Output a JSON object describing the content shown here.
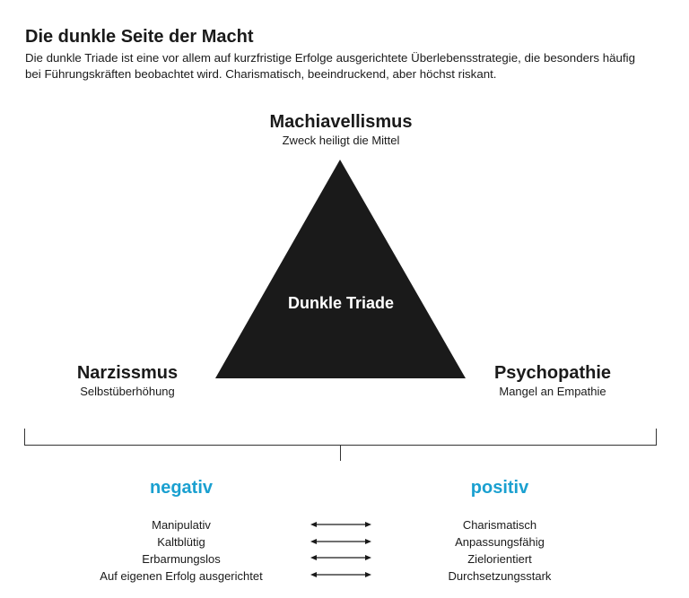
{
  "header": {
    "title": "Die dunkle Seite der Macht",
    "intro": "Die dunkle Triade ist eine vor allem auf kurzfristige Erfolge ausgerichtete Überlebensstrategie, die besonders häufig bei Führungskräften beobachtet wird. Charismatisch, beeindruckend, aber höchst riskant."
  },
  "triad": {
    "center": "Dunkle Triade",
    "top": {
      "name": "Machiavellismus",
      "desc": "Zweck heiligt die Mittel"
    },
    "left": {
      "name": "Narzissmus",
      "desc": "Selbstüberhöhung"
    },
    "right": {
      "name": "Psychopathie",
      "desc": "Mangel an Empathie"
    }
  },
  "comparison": {
    "negative_heading": "negativ",
    "positive_heading": "positiv",
    "negative": [
      "Manipulativ",
      "Kaltblütig",
      "Erbarmungslos",
      "Auf eigenen Erfolg ausgerichtet"
    ],
    "positive": [
      "Charismatisch",
      "Anpassungsfähig",
      "Zielorientiert",
      "Durchsetzungsstark"
    ]
  },
  "colors": {
    "accent": "#1aa0d0",
    "triangle": "#1a1a1a",
    "text": "#1a1a1a"
  }
}
